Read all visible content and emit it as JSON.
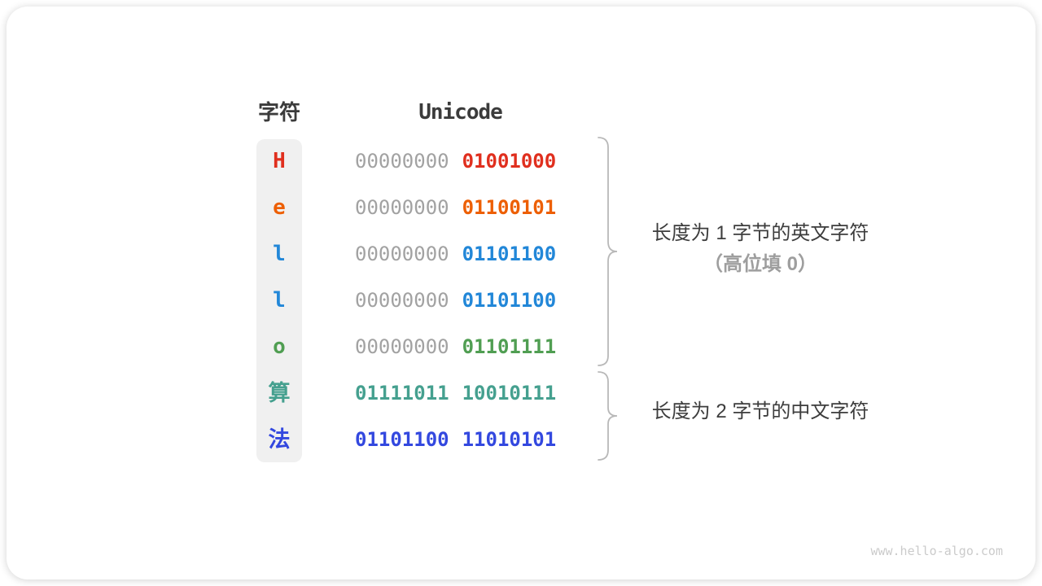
{
  "header": {
    "char_label": "字符",
    "unicode_label": "Unicode"
  },
  "rows": [
    {
      "char": "H",
      "color": "#E02F1E",
      "byte_high": "00000000",
      "byte_high_color": "#A2A2A2",
      "byte_low": "01001000",
      "byte_low_color": "#E02F1E"
    },
    {
      "char": "e",
      "color": "#ED5F04",
      "byte_high": "00000000",
      "byte_high_color": "#A2A2A2",
      "byte_low": "01100101",
      "byte_low_color": "#ED5F04"
    },
    {
      "char": "l",
      "color": "#2287D8",
      "byte_high": "00000000",
      "byte_high_color": "#A2A2A2",
      "byte_low": "01101100",
      "byte_low_color": "#2287D8"
    },
    {
      "char": "l",
      "color": "#2287D8",
      "byte_high": "00000000",
      "byte_high_color": "#A2A2A2",
      "byte_low": "01101100",
      "byte_low_color": "#2287D8"
    },
    {
      "char": "o",
      "color": "#509E52",
      "byte_high": "00000000",
      "byte_high_color": "#A2A2A2",
      "byte_low": "01101111",
      "byte_low_color": "#509E52"
    },
    {
      "char": "算",
      "color": "#45A08F",
      "byte_high": "01111011",
      "byte_high_color": "#45A08F",
      "byte_low": "10010111",
      "byte_low_color": "#45A08F"
    },
    {
      "char": "法",
      "color": "#3348DF",
      "byte_high": "01101100",
      "byte_high_color": "#3348DF",
      "byte_low": "11010101",
      "byte_low_color": "#3348DF"
    }
  ],
  "annotations": {
    "english_group_line1": "长度为 1 字节的英文字符",
    "english_group_line2": "（高位填 0）",
    "chinese_group": "长度为 2 字节的中文字符"
  },
  "watermark": "www.hello-algo.com",
  "colors": {
    "muted_binary": "#A2A2A2",
    "text_dark": "#3D3D3D",
    "annotation_muted": "#9E9E9E",
    "brace": "#B8B8B8",
    "char_column_bg": "#F0F0F0"
  }
}
